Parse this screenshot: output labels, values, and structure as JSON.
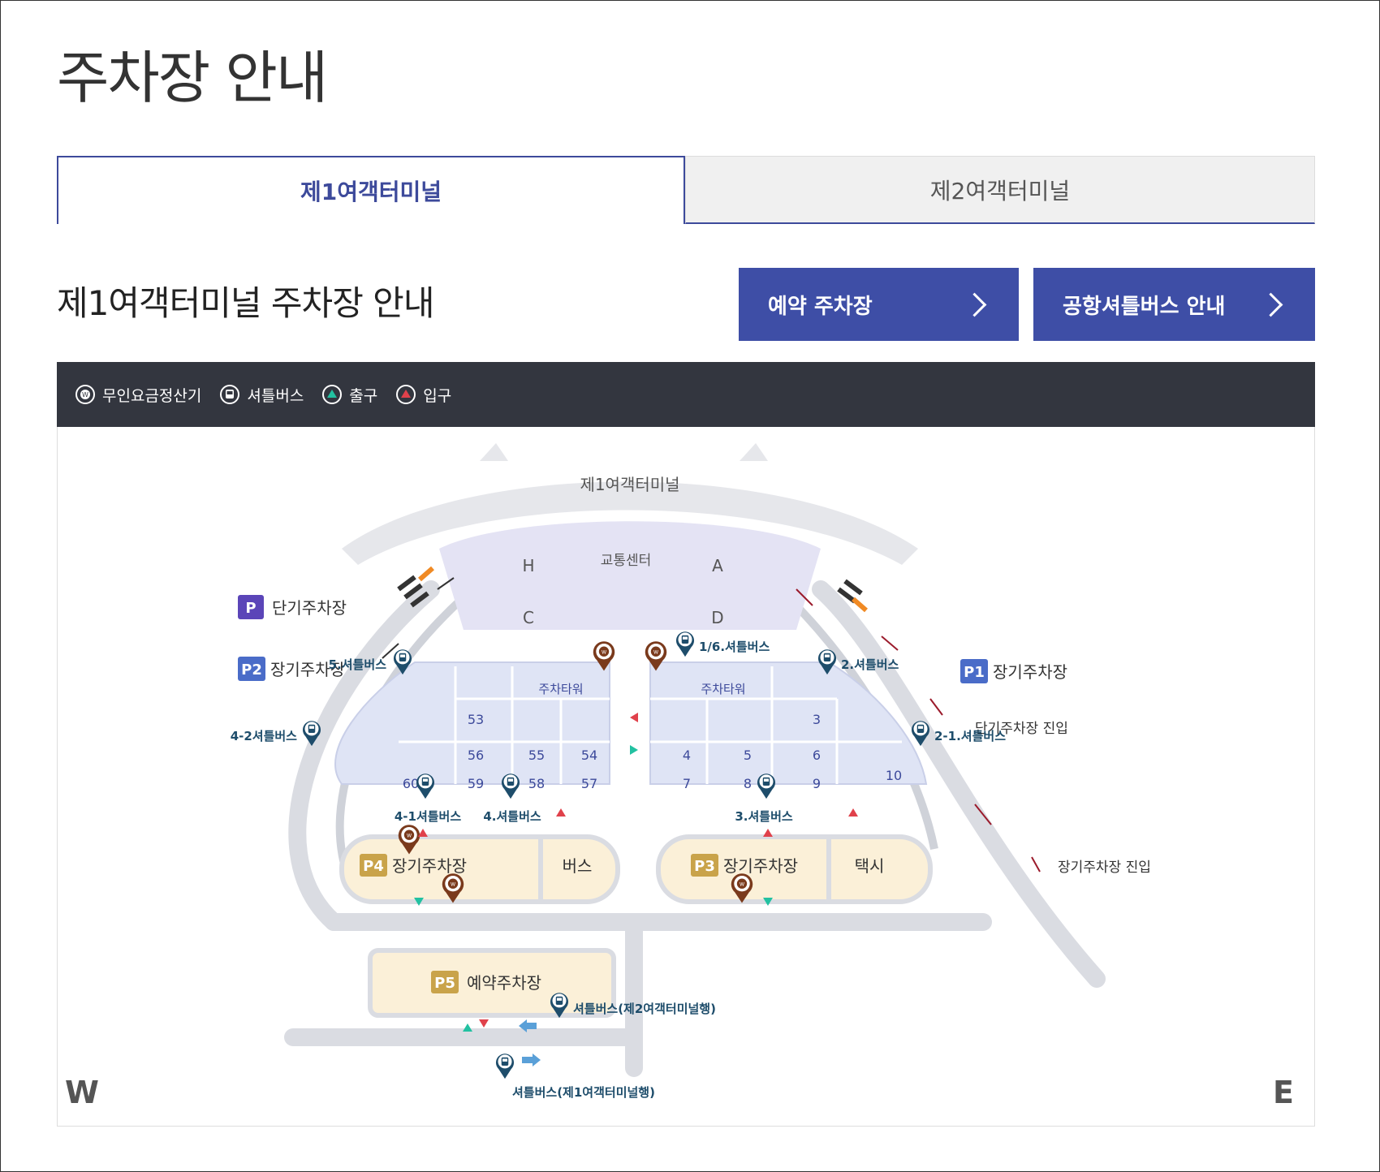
{
  "page": {
    "title": "주차장 안내"
  },
  "tabs": [
    {
      "label": "제1여객터미널",
      "active": true
    },
    {
      "label": "제2여객터미널",
      "active": false
    }
  ],
  "section": {
    "title": "제1여객터미널 주차장 안내",
    "buttons": [
      {
        "label": "예약 주차장"
      },
      {
        "label": "공항셔틀버스 안내"
      }
    ]
  },
  "legend": [
    {
      "label": "무인요금정산기",
      "icon": "payment-kiosk-icon"
    },
    {
      "label": "셔틀버스",
      "icon": "shuttle-bus-icon"
    },
    {
      "label": "출구",
      "icon": "exit-icon"
    },
    {
      "label": "입구",
      "icon": "entrance-icon"
    }
  ],
  "colors": {
    "accent": "#3e4ea6",
    "legend_bg": "#33363f",
    "p_purple": "#5b45b8",
    "p_blue": "#4a6cc8",
    "p_gold": "#c9a34a",
    "pin_blue": "#1e4d6b",
    "pin_brown": "#7a3a1c"
  },
  "map": {
    "terminal": "제1여객터미널",
    "traffic_center": "교통센터",
    "gates": [
      "H",
      "A",
      "C",
      "D"
    ],
    "parking_tower": "주차타워",
    "short_term": {
      "badge": "P",
      "label": "단기주차장"
    },
    "p2": {
      "badge": "P2",
      "label": "장기주차장"
    },
    "p1": {
      "badge": "P1",
      "label": "장기주차장"
    },
    "p4": {
      "badge": "P4",
      "label": "장기주차장"
    },
    "p3": {
      "badge": "P3",
      "label": "장기주차장"
    },
    "p5": {
      "badge": "P5",
      "label": "예약주차장"
    },
    "bus_area": "버스",
    "taxi_area": "택시",
    "short_term_entry": "단기주차장 진입",
    "long_term_entry": "장기주차장 진입",
    "lots_west": [
      "53",
      "56",
      "55",
      "54",
      "60",
      "59",
      "58",
      "57"
    ],
    "lots_east": [
      "3",
      "4",
      "5",
      "6",
      "7",
      "8",
      "9",
      "10"
    ],
    "shuttle_labels": {
      "s5": "5.셔틀버스",
      "s16": "1/6.셔틀버스",
      "s2": "2.셔틀버스",
      "s42": "4-2셔틀버스",
      "s21": "2-1.셔틀버스",
      "s41": "4-1셔틀버스",
      "s4": "4.셔틀버스",
      "s3": "3.셔틀버스",
      "t2": "셔틀버스(제2여객터미널행)",
      "t1": "셔틀버스(제1여객터미널행)"
    },
    "west": "W",
    "east": "E"
  }
}
